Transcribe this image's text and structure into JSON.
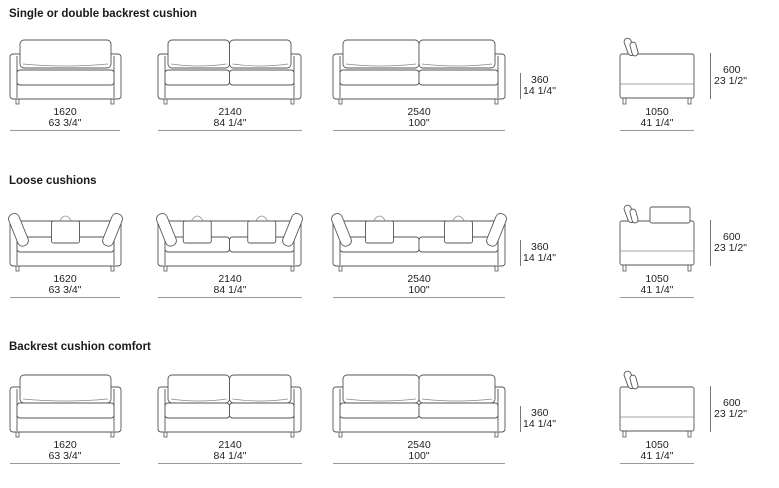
{
  "sections": [
    {
      "title": "Single or double backrest cushion",
      "variant": "single",
      "widths": [
        {
          "mm": "1620",
          "inch": "63 3/4\""
        },
        {
          "mm": "2140",
          "inch": "84 1/4\""
        },
        {
          "mm": "2540",
          "inch": "100\""
        },
        {
          "mm": "1050",
          "inch": "41 1/4\""
        }
      ],
      "seat_height": {
        "mm": "360",
        "inch": "14 1/4\""
      },
      "total_height": {
        "mm": "600",
        "inch": "23 1/2\""
      }
    },
    {
      "title": "Loose cushions",
      "variant": "loose",
      "widths": [
        {
          "mm": "1620",
          "inch": "63 3/4\""
        },
        {
          "mm": "2140",
          "inch": "84 1/4\""
        },
        {
          "mm": "2540",
          "inch": "100\""
        },
        {
          "mm": "1050",
          "inch": "41 1/4\""
        }
      ],
      "seat_height": {
        "mm": "360",
        "inch": "14 1/4\""
      },
      "total_height": {
        "mm": "600",
        "inch": "23 1/2\""
      }
    },
    {
      "title": "Backrest cushion comfort",
      "variant": "comfort",
      "widths": [
        {
          "mm": "1620",
          "inch": "63 3/4\""
        },
        {
          "mm": "2140",
          "inch": "84 1/4\""
        },
        {
          "mm": "2540",
          "inch": "100\""
        },
        {
          "mm": "1050",
          "inch": "41 1/4\""
        }
      ],
      "seat_height": {
        "mm": "360",
        "inch": "14 1/4\""
      },
      "total_height": {
        "mm": "600",
        "inch": "23 1/2\""
      }
    }
  ]
}
